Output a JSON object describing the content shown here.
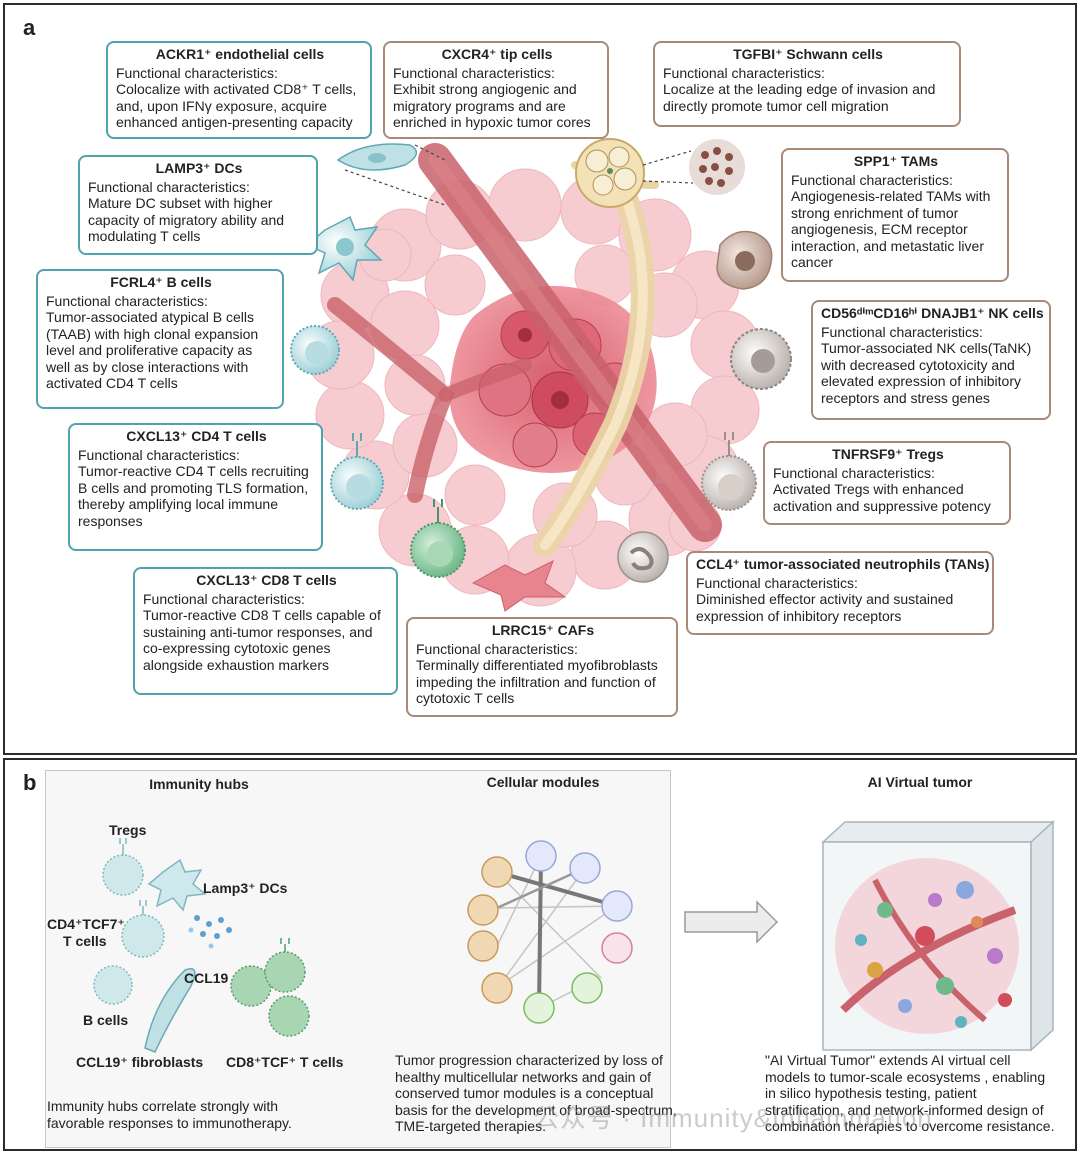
{
  "panel_a": {
    "letter": "a",
    "callouts": [
      {
        "id": "ackr1",
        "title": "ACKR1⁺ endothelial cells",
        "sub": "Functional characteristics:",
        "desc": "Colocalize with activated CD8⁺ T cells, and, upon IFNγ exposure, acquire enhanced antigen-presenting capacity"
      },
      {
        "id": "cxcr4",
        "title": "CXCR4⁺ tip cells",
        "sub": "Functional characteristics:",
        "desc": "Exhibit strong angiogenic and migratory programs and are enriched in hypoxic tumor cores"
      },
      {
        "id": "tgfbi",
        "title": "TGFBI⁺ Schwann cells",
        "sub": "Functional characteristics:",
        "desc": "Localize at the leading edge of invasion and directly promote tumor cell migration"
      },
      {
        "id": "lamp3",
        "title": "LAMP3⁺ DCs",
        "sub": "Functional characteristics:",
        "desc": "Mature DC subset with higher capacity of migratory ability and modulating T cells"
      },
      {
        "id": "spp1",
        "title": "SPP1⁺ TAMs",
        "sub": "Functional characteristics:",
        "desc": "Angiogenesis-related TAMs with strong enrichment of tumor angiogenesis, ECM receptor interaction, and metastatic liver cancer"
      },
      {
        "id": "fcrl4",
        "title": "FCRL4⁺ B cells",
        "sub": "Functional characteristics:",
        "desc": "Tumor-associated atypical B cells (TAAB) with high clonal expansion level and proliferative capacity as well as by close interactions with activated CD4 T cells"
      },
      {
        "id": "cd56",
        "title": "CD56ᵈⁱᵐCD16ʰⁱ DNAJB1⁺ NK cells",
        "sub": "Functional characteristics:",
        "desc": "Tumor-associated NK cells(TaNK) with decreased cytotoxicity and elevated expression of inhibitory receptors and stress genes"
      },
      {
        "id": "cxcl13cd4",
        "title": "CXCL13⁺ CD4 T cells",
        "sub": "Functional characteristics:",
        "desc": "Tumor-reactive CD4 T cells recruiting B cells and promoting TLS formation, thereby amplifying local immune responses"
      },
      {
        "id": "tnfrsf9",
        "title": "TNFRSF9⁺ Tregs",
        "sub": "Functional characteristics:",
        "desc": "Activated Tregs with enhanced activation and suppressive potency"
      },
      {
        "id": "ccl4",
        "title": "CCL4⁺ tumor-associated neutrophils (TANs)",
        "sub": "Functional characteristics:",
        "desc": "Diminished effector activity and sustained expression of inhibitory receptors"
      },
      {
        "id": "cxcl13cd8",
        "title": "CXCL13⁺ CD8 T cells",
        "sub": "Functional characteristics:",
        "desc": "Tumor-reactive CD8 T cells capable of sustaining anti-tumor responses, and co-expressing cytotoxic genes alongside exhaustion markers"
      },
      {
        "id": "lrrc15",
        "title": "LRRC15⁺ CAFs",
        "sub": "Functional characteristics:",
        "desc": "Terminally differentiated myofibroblasts impeding the infiltration and function of cytotoxic T cells"
      }
    ]
  },
  "panel_b": {
    "letter": "b",
    "hubs": {
      "heading": "Immunity hubs",
      "labels": {
        "tregs": "Tregs",
        "lamp3": "Lamp3⁺ DCs",
        "cd4tcf7_1": "CD4⁺TCF7⁺",
        "cd4tcf7_2": "T cells",
        "ccl19": "CCL19",
        "bcells": "B cells",
        "ccl19fib": "CCL19⁺ fibroblasts",
        "cd8tcf": "CD8⁺TCF⁺ T cells"
      },
      "caption": "Immunity hubs correlate strongly with favorable responses to immunotherapy."
    },
    "modules": {
      "heading": "Cellular modules",
      "caption": "Tumor progression characterized by loss of healthy multicellular networks and gain of conserved tumor modules is a conceptual basis for the development of broad-spectrum, TME-targeted therapies."
    },
    "virtual": {
      "heading": "AI Virtual tumor",
      "caption": "\"AI Virtual Tumor\" extends AI virtual cell models to tumor-scale ecosystems , enabling in silico hypothesis testing, patient stratification, and network-informed design of combination therapies to overcome resistance."
    },
    "watermark": "公众号 · Immunity&Inflammation"
  },
  "colors": {
    "teal_border": "#4fa3ad",
    "brown_border": "#a88a76",
    "vessel": "#c9626a",
    "nerve": "#ead4a6",
    "tumor": "#e06b78"
  }
}
